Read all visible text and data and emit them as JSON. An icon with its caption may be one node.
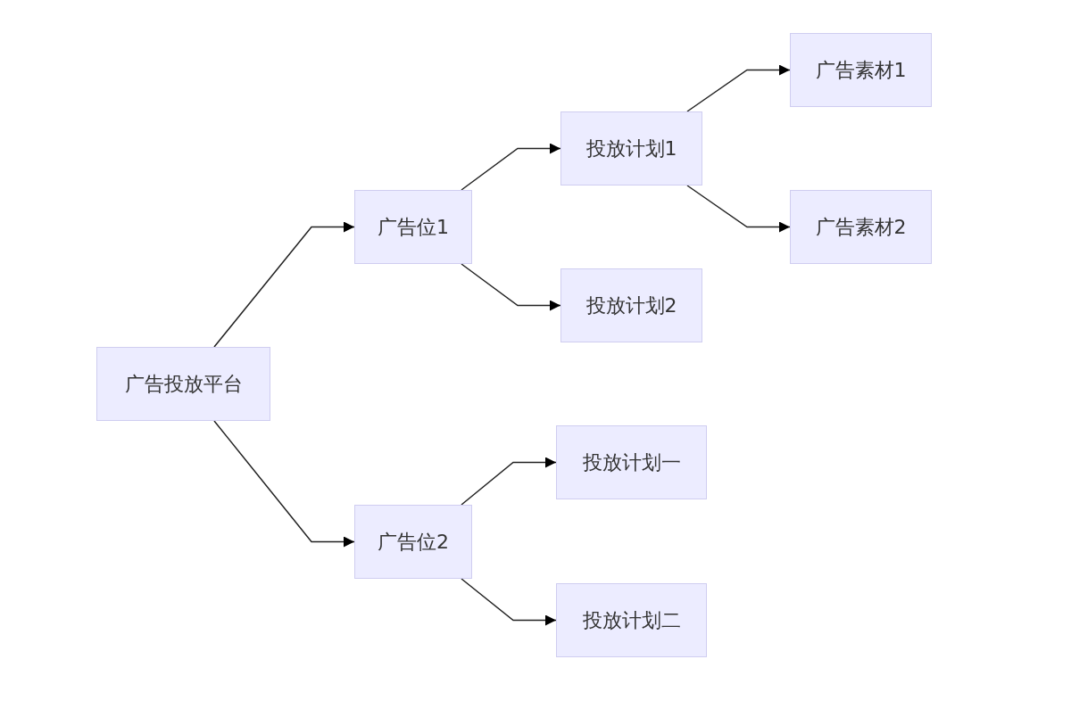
{
  "diagram": {
    "nodes": [
      {
        "text": [
          "广告投放平台"
        ]
      },
      {
        "text": [
          "广告位1"
        ]
      },
      {
        "text": [
          "广告位2"
        ]
      },
      {
        "text": [
          "投放计划1"
        ]
      },
      {
        "text": [
          "投放计划2"
        ]
      },
      {
        "text": [
          "投放计划一"
        ]
      },
      {
        "text": [
          "投放计划二"
        ]
      },
      {
        "text": [
          "广告素材1"
        ]
      },
      {
        "text": [
          "广告素材2"
        ]
      }
    ],
    "edges": [
      {
        "from": 0,
        "to": 1,
        "arrow": "to"
      },
      {
        "from": 0,
        "to": 2,
        "arrow": "to"
      },
      {
        "from": 1,
        "to": 3,
        "arrow": "to"
      },
      {
        "from": 1,
        "to": 4,
        "arrow": "to"
      },
      {
        "from": 3,
        "to": 7,
        "arrow": "to"
      },
      {
        "from": 3,
        "to": 8,
        "arrow": "to"
      },
      {
        "from": 2,
        "to": 5,
        "arrow": "to"
      },
      {
        "from": 2,
        "to": 6,
        "arrow": "to"
      }
    ]
  }
}
